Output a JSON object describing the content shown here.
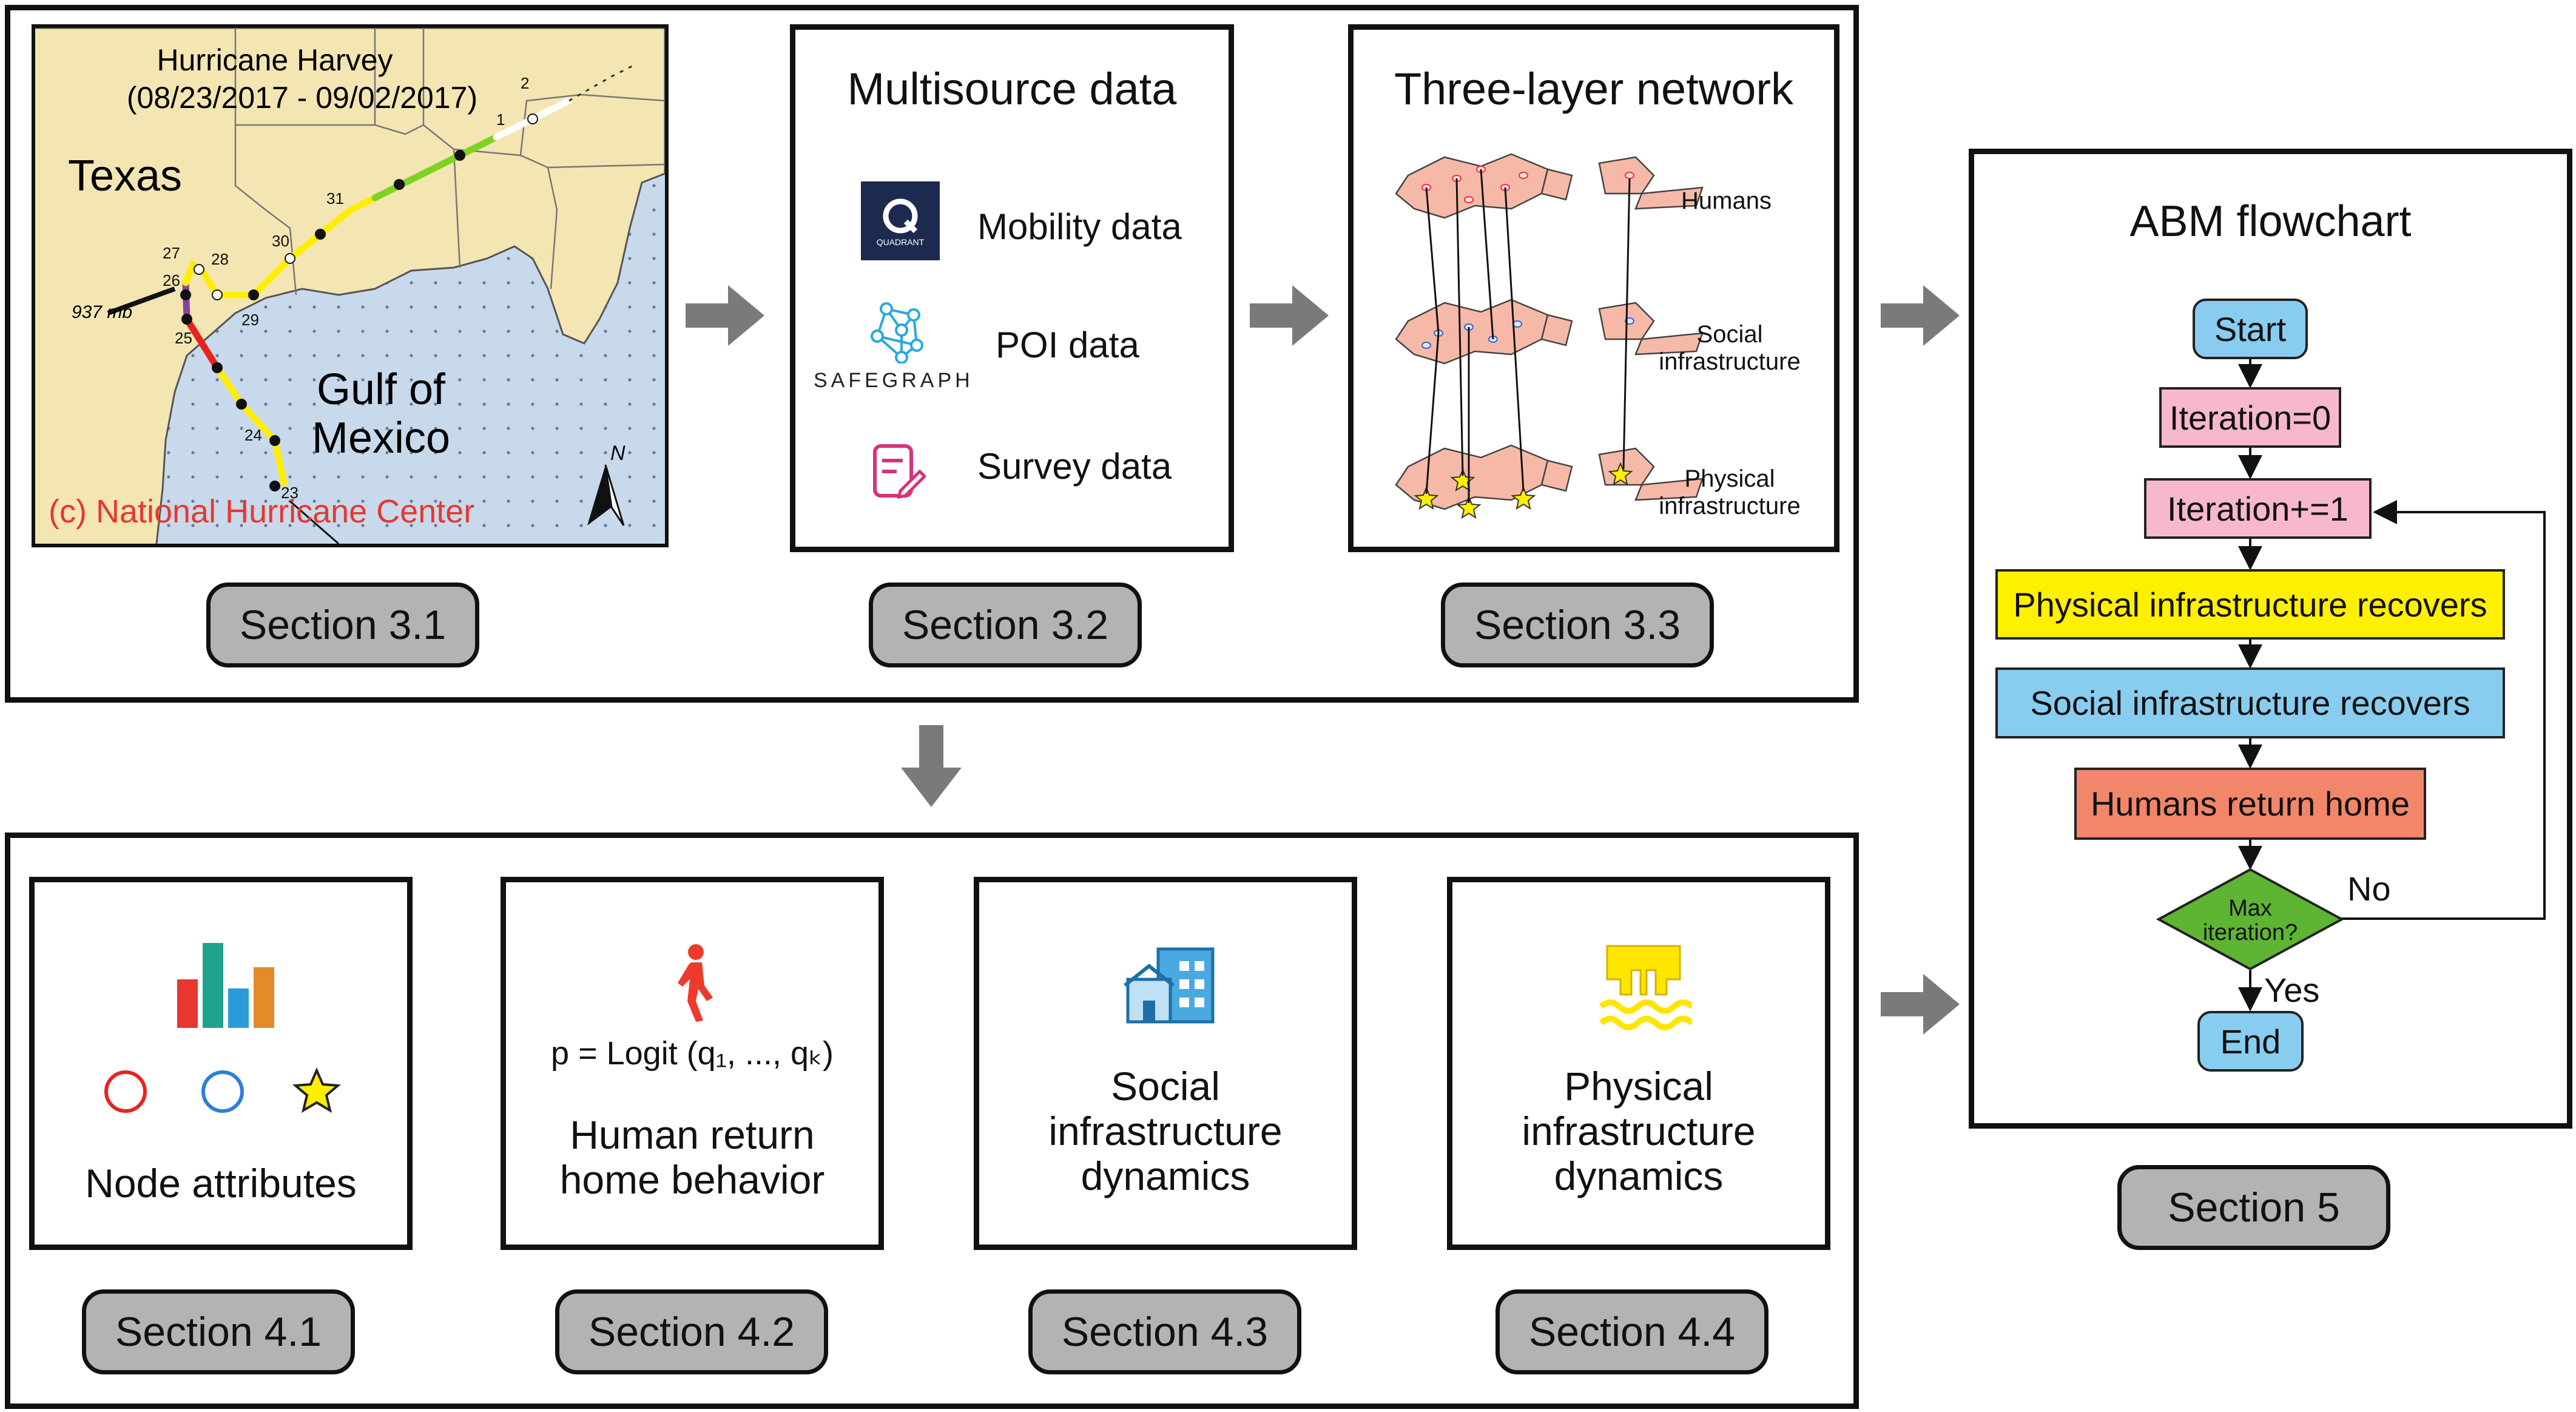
{
  "top_row": {
    "map": {
      "title_line1": "Hurricane Harvey",
      "title_line2": "(08/23/2017 - 09/02/2017)",
      "label_texas": "Texas",
      "label_gulf_line1": "Gulf of",
      "label_gulf_line2": "Mexico",
      "pressure": "937 mb",
      "north": "N",
      "credit": "(c) National Hurricane Center",
      "track_days": [
        "23",
        "24",
        "25",
        "26",
        "27",
        "28",
        "29",
        "30",
        "31",
        "1",
        "2"
      ]
    },
    "multisource": {
      "title": "Multisource data",
      "mobility": "Mobility data",
      "poi": "POI data",
      "survey": "Survey data",
      "quadrant_logo": "QUADRANT",
      "safegraph_logo": "SAFEGRAPH"
    },
    "network": {
      "title": "Three-layer network",
      "layer_humans": "Humans",
      "layer_social_line1": "Social",
      "layer_social_line2": "infrastructure",
      "layer_physical_line1": "Physical",
      "layer_physical_line2": "infrastructure"
    },
    "sections": [
      "Section 3.1",
      "Section 3.2",
      "Section 3.3"
    ]
  },
  "bottom_row": {
    "panels": [
      {
        "label": "Node attributes"
      },
      {
        "formula": "p = Logit (q₁, ..., qₖ)",
        "label_line1": "Human return",
        "label_line2": "home behavior"
      },
      {
        "label_line1": "Social",
        "label_line2": "infrastructure",
        "label_line3": "dynamics"
      },
      {
        "label_line1": "Physical",
        "label_line2": "infrastructure",
        "label_line3": "dynamics"
      }
    ],
    "sections": [
      "Section 4.1",
      "Section 4.2",
      "Section 4.3",
      "Section 4.4"
    ]
  },
  "flowchart": {
    "title": "ABM flowchart",
    "start": "Start",
    "init": "Iteration=0",
    "increment": "Iteration+=1",
    "physical": "Physical infrastructure recovers",
    "social": "Social infrastructure recovers",
    "humans": "Humans return home",
    "decision_line1": "Max",
    "decision_line2": "iteration?",
    "no": "No",
    "yes": "Yes",
    "end": "End",
    "section": "Section 5"
  },
  "colors": {
    "start_end": "#88cdf0",
    "iteration": "#f7b8cc",
    "physical": "#fff000",
    "social": "#88cdf0",
    "humans": "#f1866a",
    "decision": "#5db533",
    "arrow": "#7a7a7a",
    "section_button": "#b3b3b3",
    "map_land": "#f3e6b3",
    "map_water": "#c9d9ec",
    "credit": "#e8372f"
  },
  "icons": [
    "bar-chart-icon",
    "walking-person-icon",
    "building-icon",
    "flooded-infrastructure-icon",
    "quadrant-logo-icon",
    "safegraph-logo-icon",
    "survey-icon",
    "north-arrow-icon"
  ]
}
